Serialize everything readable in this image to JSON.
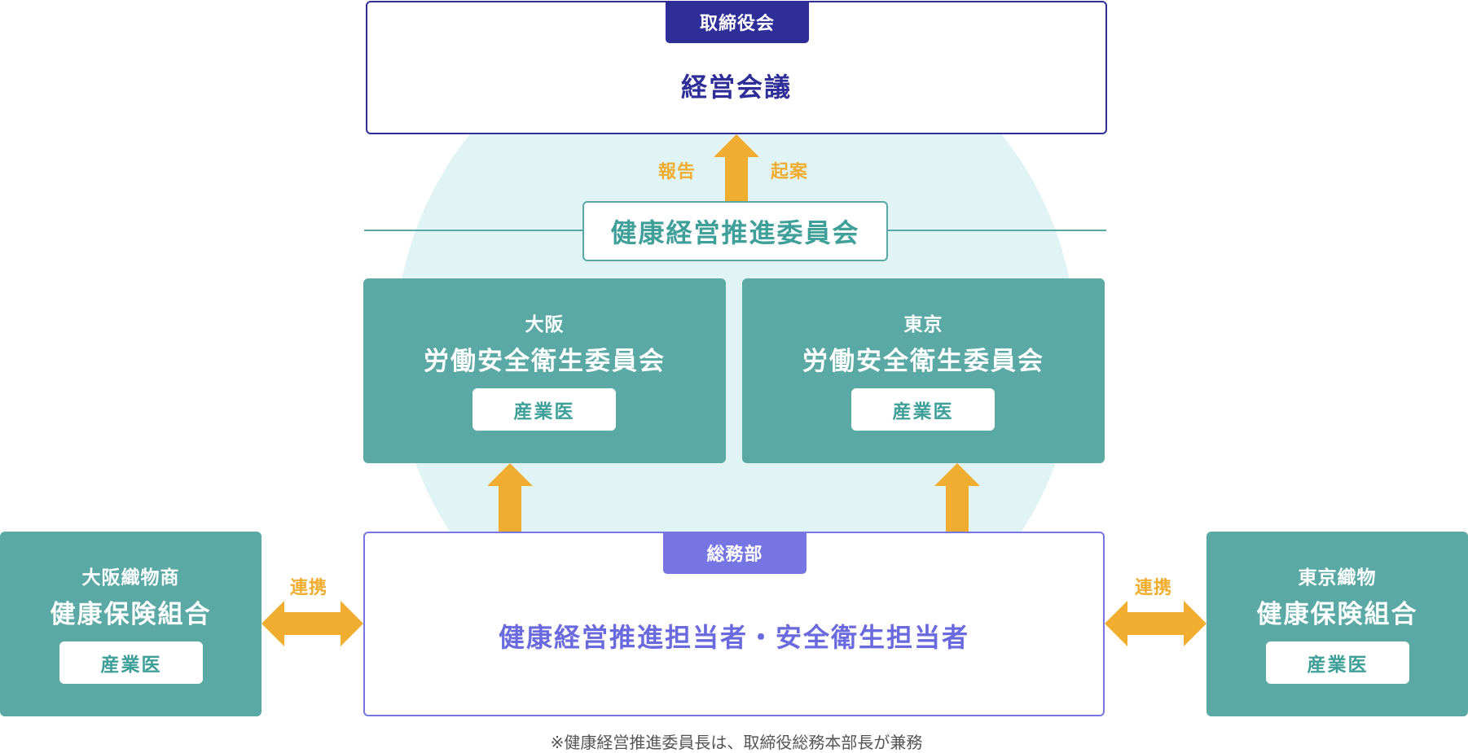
{
  "board": {
    "tag": "取締役会",
    "title": "経営会議"
  },
  "report_labels": {
    "left": "報告",
    "right": "起案"
  },
  "committee": {
    "title": "健康経営推進委員会"
  },
  "osaka_committee": {
    "region": "大阪",
    "title": "労働安全衛生委員会",
    "doctor": "産業医"
  },
  "tokyo_committee": {
    "region": "東京",
    "title": "労働安全衛生委員会",
    "doctor": "産業医"
  },
  "general_affairs": {
    "tag": "総務部",
    "title": "健康経営推進担当者・安全衛生担当者"
  },
  "left_partner": {
    "org": "大阪織物商",
    "title": "健康保険組合",
    "doctor": "産業医",
    "link_label": "連携"
  },
  "right_partner": {
    "org": "東京織物",
    "title": "健康保険組合",
    "doctor": "産業医",
    "link_label": "連携"
  },
  "footnote": "※健康経営推進委員長は、取締役総務本部長が兼務",
  "colors": {
    "navy": "#2f2e99",
    "teal": "#5aa9a4",
    "purple": "#7675e3",
    "orange": "#f0ad2f",
    "circle": "#e1f4f5"
  }
}
